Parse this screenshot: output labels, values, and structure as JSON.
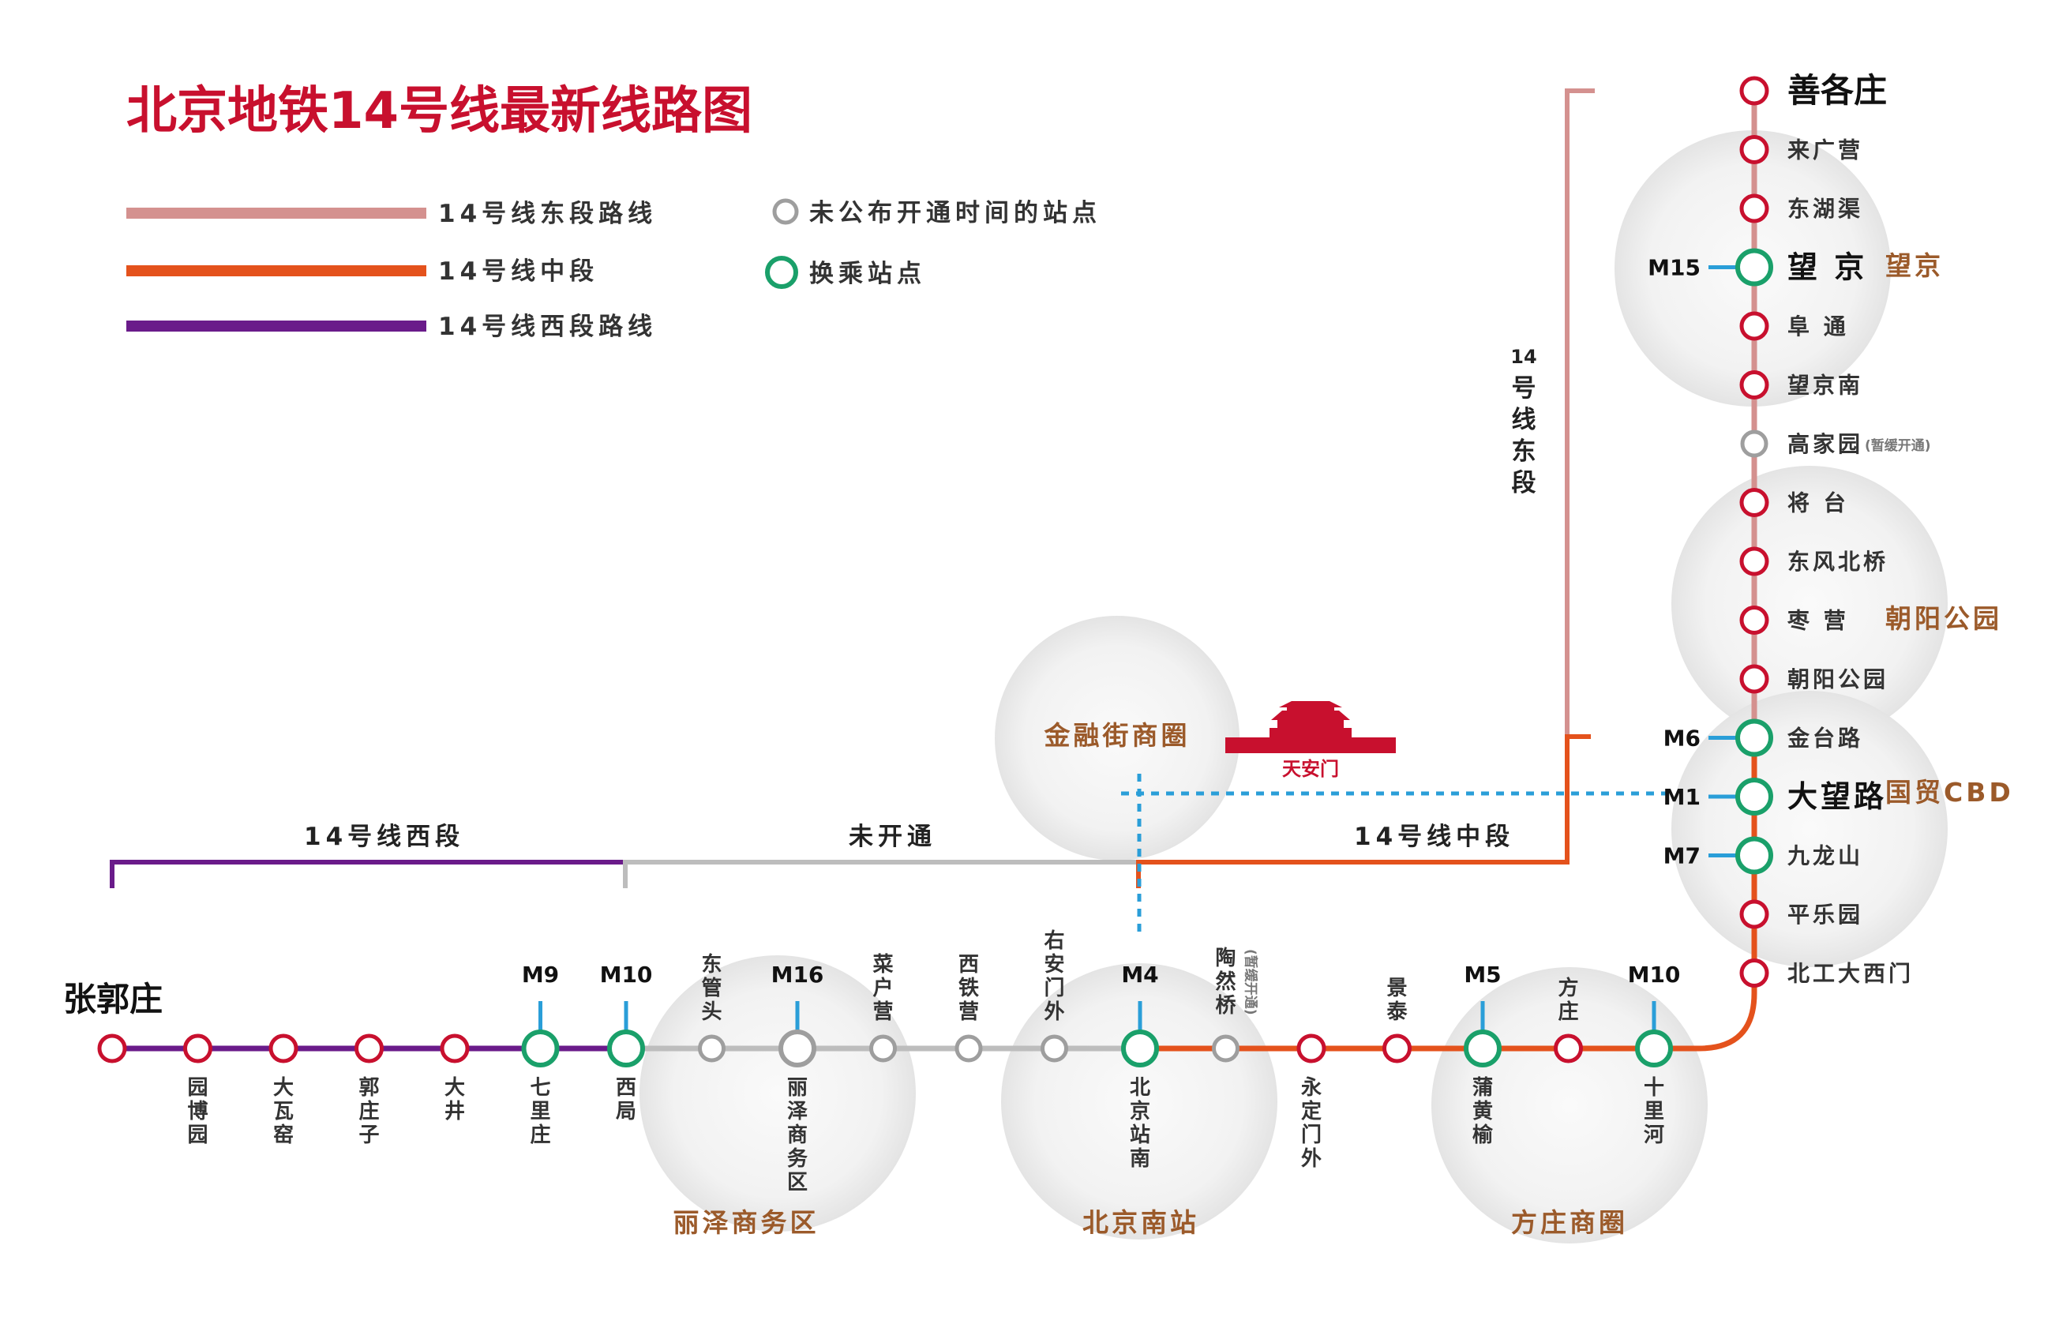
{
  "title": "北京地铁14号线最新线路图",
  "colors": {
    "east": "#d4918f",
    "middle": "#e4521c",
    "west": "#6a1b8a",
    "unopened": "#bdbdbd",
    "station": "#c8102e",
    "transfer": "#1aa06a",
    "transfer_tick": "#2a9ed8",
    "title": "#c8102e",
    "area_label": "#9b5a2a"
  },
  "legend": {
    "east_line": "14号线东段路线",
    "middle_line": "14号线中段",
    "west_line": "14号线西段路线",
    "unopened_station": "未公布开通时间的站点",
    "transfer_station": "换乘站点"
  },
  "segments": {
    "west": "14号线西段",
    "unopened": "未开通",
    "middle": "14号线中段",
    "east_vertical": [
      "14",
      "号",
      "线",
      "东",
      "段"
    ]
  },
  "landmark": {
    "label": "天安门",
    "icon": "tiananmen-icon"
  },
  "areas": {
    "jinrongjie": "金融街商圈",
    "lize": "丽泽商务区",
    "beijingnan": "北京南站",
    "fangzhuang": "方庄商圈",
    "wangjing": "望京",
    "chaoyang": "朝阳公园",
    "guomao": "国贸CBD"
  },
  "stations_horizontal": [
    {
      "name": "张郭庄",
      "type": "normal",
      "label_pos": "terminal"
    },
    {
      "name": "园博园",
      "type": "normal",
      "label_pos": "below"
    },
    {
      "name": "大瓦窑",
      "type": "normal",
      "label_pos": "below"
    },
    {
      "name": "郭庄子",
      "type": "normal",
      "label_pos": "below"
    },
    {
      "name": "大井",
      "type": "normal",
      "label_pos": "below"
    },
    {
      "name": "七里庄",
      "type": "transfer",
      "label_pos": "below",
      "transfer": "M9"
    },
    {
      "name": "西局",
      "type": "transfer",
      "label_pos": "below",
      "transfer": "M10"
    },
    {
      "name": "东管头",
      "type": "unopened",
      "label_pos": "above"
    },
    {
      "name": "丽泽商务区",
      "type": "unopened",
      "label_pos": "below",
      "transfer": "M16"
    },
    {
      "name": "菜户营",
      "type": "unopened",
      "label_pos": "above"
    },
    {
      "name": "西铁营",
      "type": "unopened",
      "label_pos": "above"
    },
    {
      "name": "右安门外",
      "type": "unopened",
      "label_pos": "above"
    },
    {
      "name": "北京站南",
      "type": "transfer",
      "label_pos": "below",
      "transfer": "M4"
    },
    {
      "name": "陶然桥",
      "type": "unopened",
      "label_pos": "above",
      "note": "(暂缓开通)"
    },
    {
      "name": "永定门外",
      "type": "normal",
      "label_pos": "below"
    },
    {
      "name": "景泰",
      "type": "normal",
      "label_pos": "above"
    },
    {
      "name": "蒲黄榆",
      "type": "transfer",
      "label_pos": "below",
      "transfer": "M5"
    },
    {
      "name": "方庄",
      "type": "normal",
      "label_pos": "above"
    },
    {
      "name": "十里河",
      "type": "transfer",
      "label_pos": "below",
      "transfer": "M10"
    }
  ],
  "stations_vertical": [
    {
      "name": "善各庄",
      "type": "normal",
      "style": "terminal"
    },
    {
      "name": "来广营",
      "type": "normal"
    },
    {
      "name": "东湖渠",
      "type": "normal"
    },
    {
      "name": "望 京",
      "type": "transfer",
      "style": "big",
      "transfer": "M15"
    },
    {
      "name": "阜 通",
      "type": "normal"
    },
    {
      "name": "望京南",
      "type": "normal"
    },
    {
      "name": "高家园",
      "type": "unopened",
      "note": "(暂缓开通)"
    },
    {
      "name": "将 台",
      "type": "normal"
    },
    {
      "name": "东风北桥",
      "type": "normal"
    },
    {
      "name": "枣 营",
      "type": "normal"
    },
    {
      "name": "朝阳公园",
      "type": "normal"
    },
    {
      "name": "金台路",
      "type": "transfer",
      "transfer": "M6"
    },
    {
      "name": "大望路",
      "type": "transfer",
      "style": "big",
      "transfer": "M1"
    },
    {
      "name": "九龙山",
      "type": "transfer",
      "transfer": "M7"
    },
    {
      "name": "平乐园",
      "type": "normal"
    },
    {
      "name": "北工大西门",
      "type": "normal"
    }
  ]
}
